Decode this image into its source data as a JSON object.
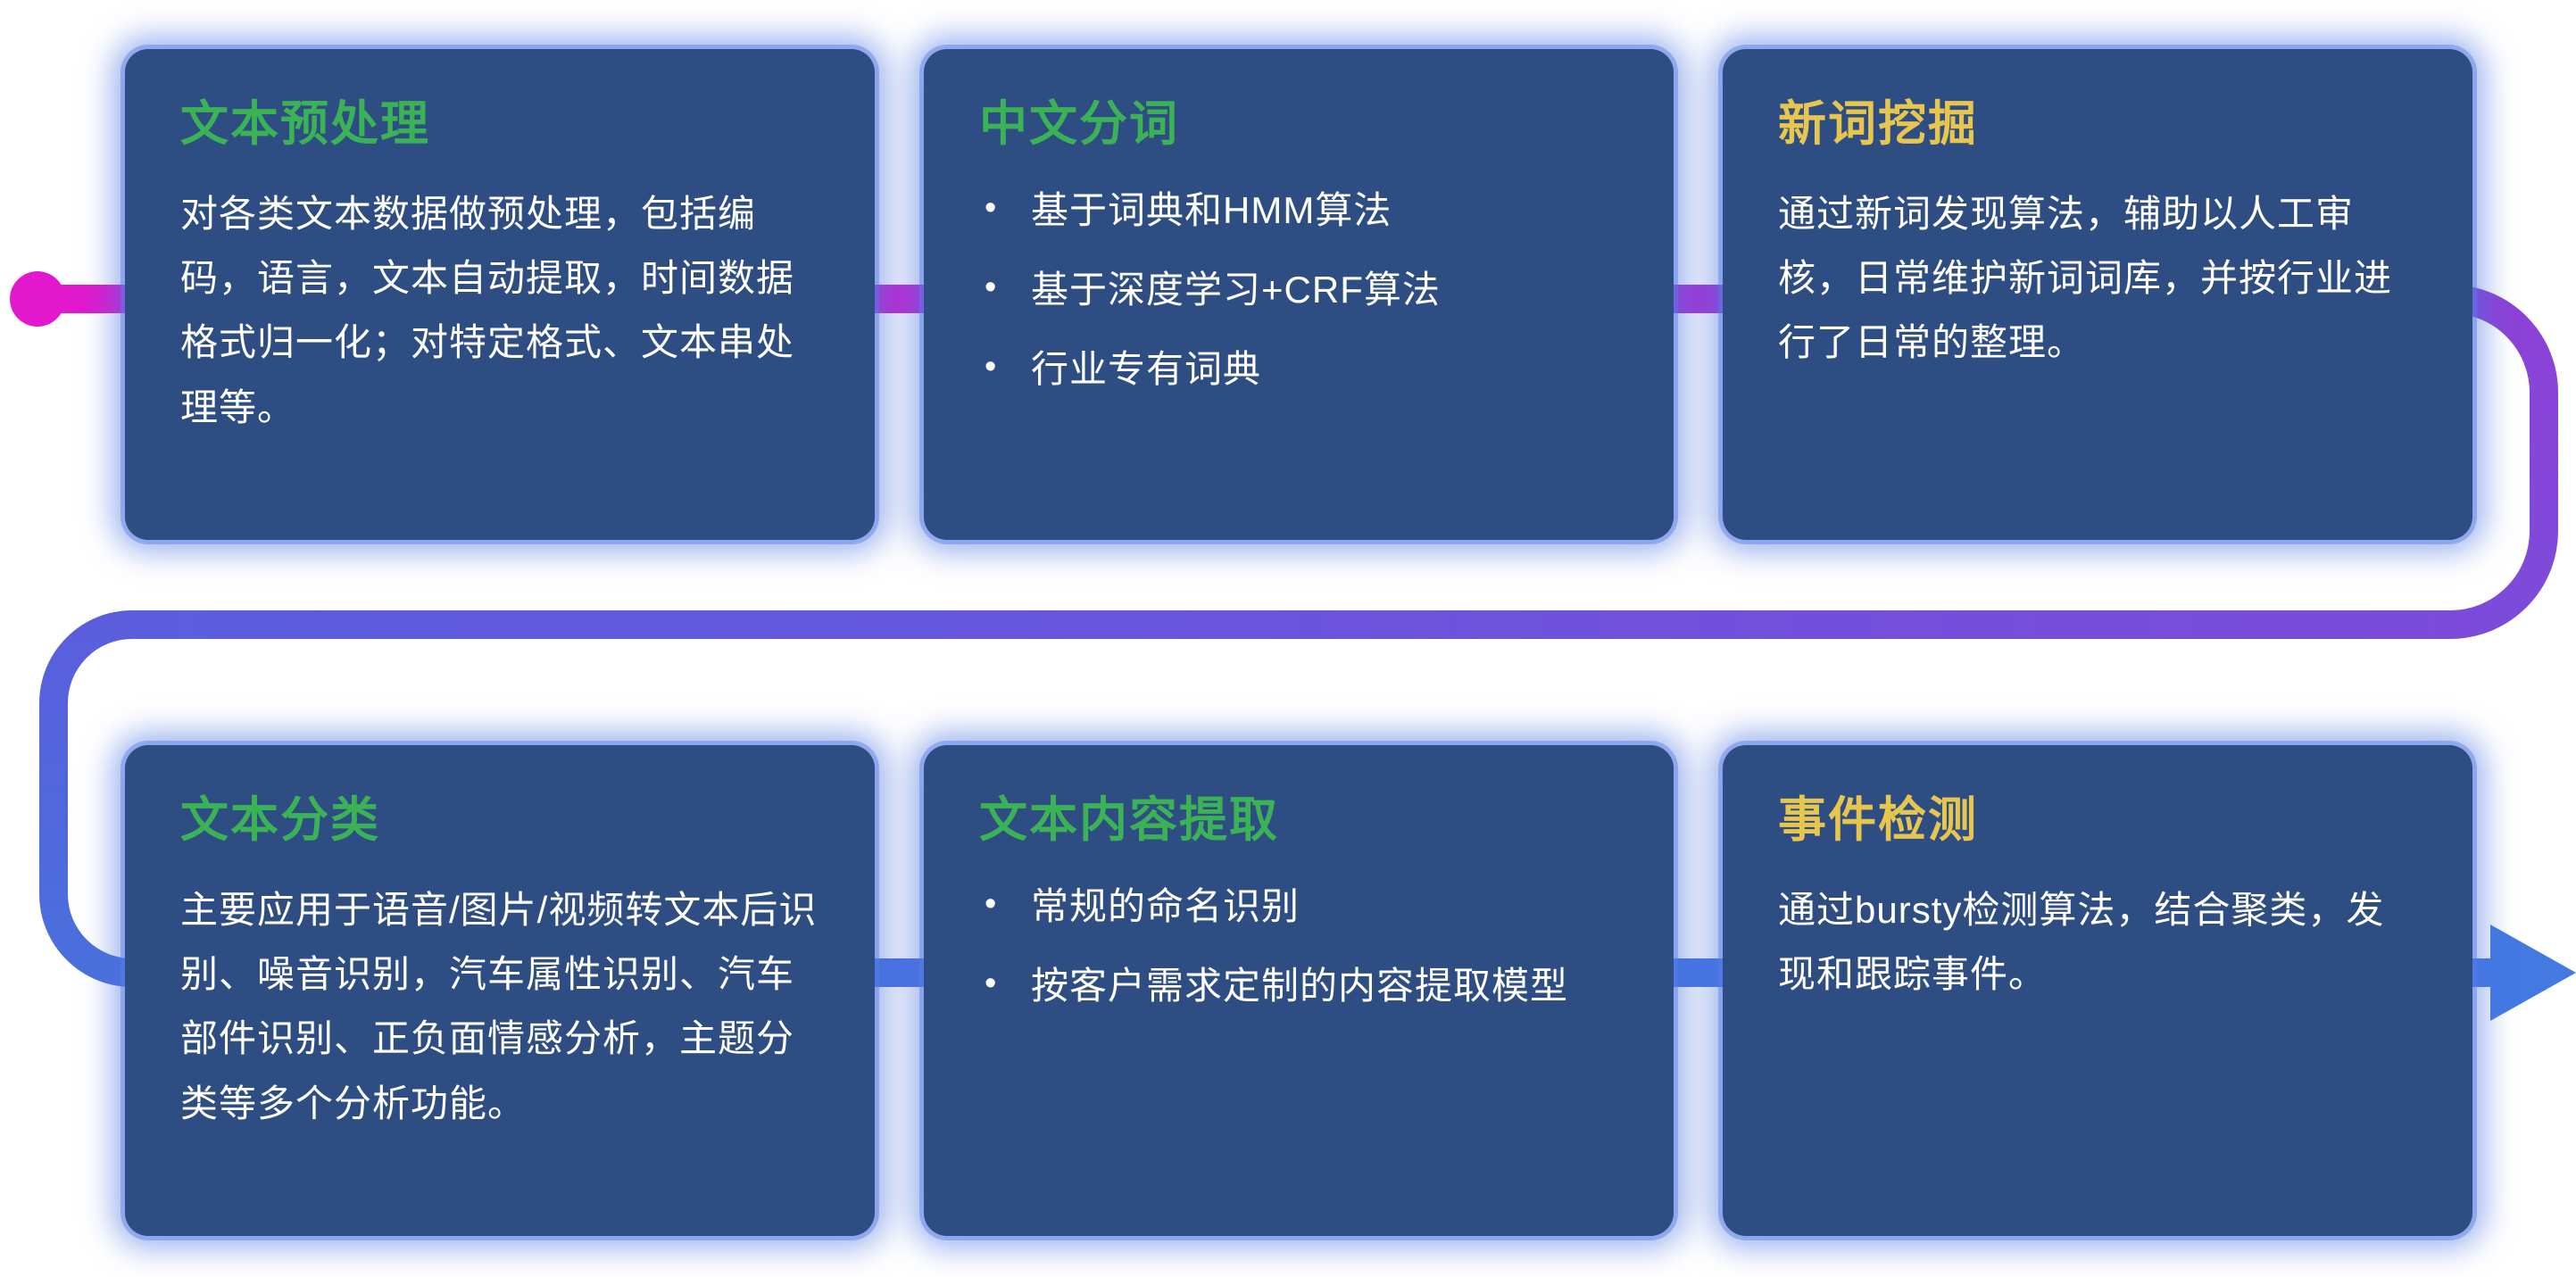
{
  "palette": {
    "card_background": "#2e4d82",
    "card_glow": "#4a74e0",
    "title_green": "#3cb257",
    "title_yellow": "#e7c64f",
    "body_text": "#ffffff",
    "line_start_magenta": "#e318ce",
    "line_mid_purple": "#8e41d7",
    "line_end_blue": "#4479e2"
  },
  "flow": {
    "start_marker": "magenta-dot",
    "end_marker": "blue-arrow-right"
  },
  "cards": [
    {
      "title": "文本预处理",
      "accent": "green",
      "body": "对各类文本数据做预处理，包括编码，语言，文本自动提取，时间数据格式归一化；对特定格式、文本串处理等。"
    },
    {
      "title": "中文分词",
      "accent": "green",
      "bullets": [
        "基于词典和HMM算法",
        "基于深度学习+CRF算法",
        "行业专有词典"
      ]
    },
    {
      "title": "新词挖掘",
      "accent": "yellow",
      "body": "通过新词发现算法，辅助以人工审核，日常维护新词词库，并按行业进行了日常的整理。"
    },
    {
      "title": "文本分类",
      "accent": "green",
      "body": "主要应用于语音/图片/视频转文本后识别、噪音识别，汽车属性识别、汽车部件识别、正负面情感分析，主题分类等多个分析功能。"
    },
    {
      "title": "文本内容提取",
      "accent": "green",
      "bullets": [
        "常规的命名识别",
        "按客户需求定制的内容提取模型"
      ]
    },
    {
      "title": "事件检测",
      "accent": "yellow",
      "body": "通过bursty检测算法，结合聚类，发现和跟踪事件。"
    }
  ]
}
